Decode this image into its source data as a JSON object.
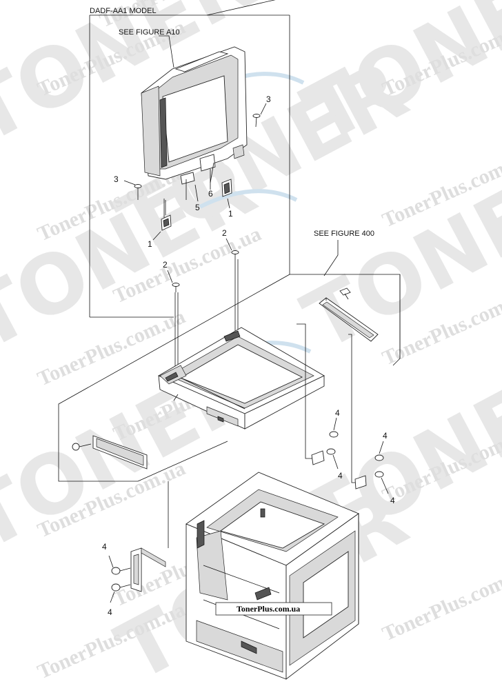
{
  "watermark": {
    "big_text": "TONER",
    "small_text": "TonerPlus.com.ua"
  },
  "labels": {
    "model": "DADF-AA1 MODEL",
    "see_figure_a10": "SEE FIGURE A10",
    "see_figure_400": "SEE FIGURE 400",
    "banner": "TonerPlus.com.ua"
  },
  "callouts": {
    "c3a": "3",
    "c3b": "3",
    "c6": "6",
    "c5": "5",
    "c1a": "1",
    "c1b": "1",
    "c2a": "2",
    "c2b": "2",
    "c4a": "4",
    "c4b": "4",
    "c4c": "4",
    "c4d": "4",
    "c4e": "4",
    "c4f": "4"
  }
}
